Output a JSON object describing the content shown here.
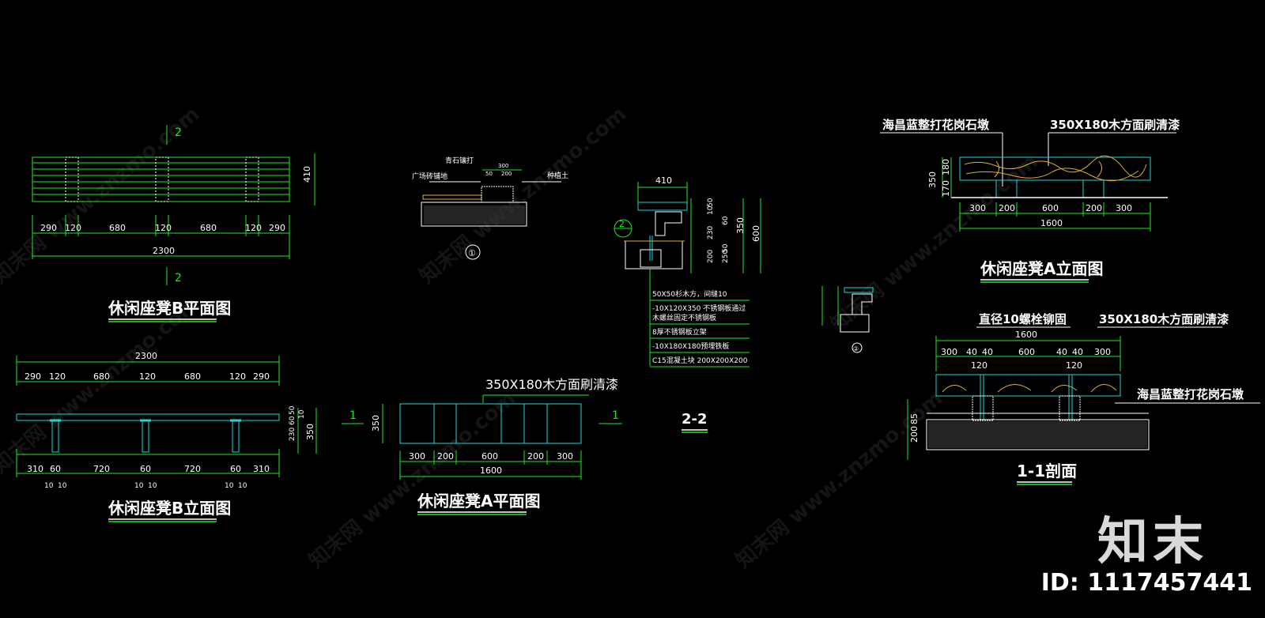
{
  "planB": {
    "title": "休闲座凳B平面图",
    "section_mark": "2",
    "dims": [
      "290",
      "120",
      "680",
      "120",
      "680",
      "120",
      "290"
    ],
    "total": "2300",
    "height": "410"
  },
  "elevB": {
    "title": "休闲座凳B立面图",
    "total": "2300",
    "top_dims": [
      "290",
      "120",
      "680",
      "120",
      "680",
      "120",
      "290"
    ],
    "bottom_dims": [
      "310",
      "60",
      "720",
      "60",
      "720",
      "60",
      "310"
    ],
    "small_dims": [
      "10",
      "10",
      "10",
      "10",
      "10",
      "10"
    ],
    "side_dims": [
      "50",
      "230",
      "60",
      "10",
      "350"
    ]
  },
  "detail1": {
    "mark": "①",
    "labels": [
      "青石镶打",
      "广场砖铺地",
      "种植土"
    ],
    "dims": [
      "300",
      "50",
      "200"
    ]
  },
  "section22": {
    "title": "2-2",
    "mark": "2",
    "top_dim": "410",
    "right_dims": [
      "50",
      "10",
      "60",
      "230",
      "350",
      "50",
      "600",
      "200",
      "250"
    ],
    "notes": [
      "50X50杉木方，间缝10",
      "-10X120X350 不锈钢板通过",
      "木螺丝固定不锈钢板",
      "8厚不锈钢板立架",
      "-10X180X180预埋铁板",
      "C15混凝土块 200X200X200"
    ]
  },
  "planA": {
    "title": "休闲座凳A平面图",
    "label": "350X180木方面刷清漆",
    "section_mark": "1",
    "height": "350",
    "dims": [
      "300",
      "200",
      "600",
      "200",
      "300"
    ],
    "total": "1600"
  },
  "elevA": {
    "title": "休闲座凳A立面图",
    "labels": [
      "海昌蓝整打花岗石墩",
      "350X180木方面刷清漆"
    ],
    "side_dims": [
      "350",
      "180",
      "170"
    ],
    "dims": [
      "300",
      "200",
      "600",
      "200",
      "300"
    ],
    "total": "1600"
  },
  "small_detail": {
    "mark": "②"
  },
  "section11": {
    "title": "1-1剖面",
    "labels": [
      "直径10螺栓铆固",
      "350X180木方面刷清漆",
      "海昌蓝整打花岗石墩"
    ],
    "total": "1600",
    "dims": [
      "300",
      "40",
      "40",
      "600",
      "40",
      "40",
      "300"
    ],
    "sub_dims": [
      "120",
      "120"
    ],
    "side_dims": [
      "200",
      "85"
    ]
  },
  "watermark": {
    "text": "知末网 www.znzmo.com",
    "logo": "知末",
    "id": "ID: 1117457441"
  },
  "colors": {
    "background": "#000000",
    "dimension_green": "#1fe81f",
    "outline_cyan": "#22d3d3",
    "text_white": "#ffffff",
    "wood_yellow": "#e0b030"
  }
}
